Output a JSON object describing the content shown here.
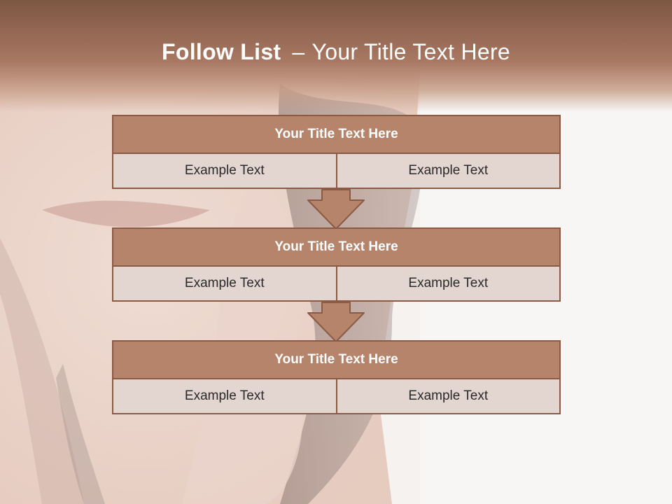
{
  "slide": {
    "title_bold": "Follow List",
    "title_dash": "–",
    "title_rest": "Your Title Text Here"
  },
  "blocks": [
    {
      "title": "Your Title Text Here",
      "left": "Example Text",
      "right": "Example Text"
    },
    {
      "title": "Your Title Text Here",
      "left": "Example Text",
      "right": "Example Text"
    },
    {
      "title": "Your Title Text Here",
      "left": "Example Text",
      "right": "Example Text"
    }
  ],
  "colors": {
    "header_fill": "#b5846b",
    "border": "#8b5a44",
    "cell_fill": "#e3d5d0",
    "band": "#7d5643"
  }
}
